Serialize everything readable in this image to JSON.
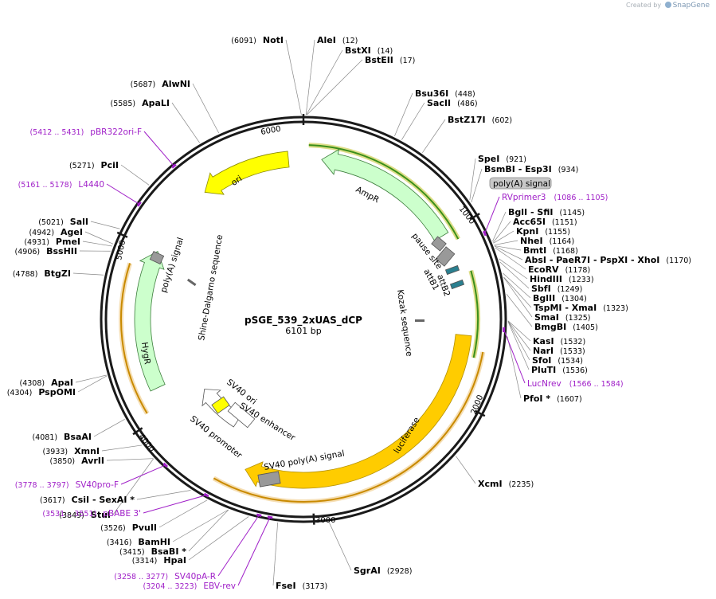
{
  "credit": {
    "prefix": "Created by",
    "brand": "SnapGene"
  },
  "plasmid": {
    "name": "pSGE_539_2xUAS_dCP",
    "size_label": "6101 bp"
  },
  "ticks": [
    "1000",
    "2000",
    "3000",
    "4000",
    "5000",
    "6000"
  ],
  "features": {
    "ori": "ori",
    "ampr": "AmpR",
    "pause_site": "pause site",
    "attb1": "attB1",
    "attb2": "attB2",
    "kozak": "Kozak sequence",
    "shine": "Shine-Dalgarno sequence",
    "polya_left": "poly(A) signal",
    "hygr": "HygR",
    "sv40_ori": "SV40 ori",
    "sv40_enh": "SV40 enhancer",
    "sv40_prom": "SV40 promoter",
    "sv40_polya": "SV40 poly(A) signal",
    "luciferase": "luciferase",
    "polya_box": "poly(A) signal"
  },
  "enzymes": [
    {
      "n": "NotI",
      "p": "(6091)"
    },
    {
      "n": "AleI",
      "p": "(12)"
    },
    {
      "n": "BstXI",
      "p": "(14)"
    },
    {
      "n": "BstEII",
      "p": "(17)"
    },
    {
      "n": "Bsu36I",
      "p": "(448)"
    },
    {
      "n": "SacII",
      "p": "(486)"
    },
    {
      "n": "BstZ17I",
      "p": "(602)"
    },
    {
      "n": "SpeI",
      "p": "(921)"
    },
    {
      "n": "BsmBI - Esp3I",
      "p": "(934)"
    },
    {
      "n": "BglI - SfiI",
      "p": "(1145)"
    },
    {
      "n": "Acc65I",
      "p": "(1151)"
    },
    {
      "n": "KpnI",
      "p": "(1155)"
    },
    {
      "n": "NheI",
      "p": "(1164)"
    },
    {
      "n": "BmtI",
      "p": "(1168)"
    },
    {
      "n": "AbsI - PaeR7I - PspXI - XhoI",
      "p": "(1170)"
    },
    {
      "n": "EcoRV",
      "p": "(1178)"
    },
    {
      "n": "HindIII",
      "p": "(1233)"
    },
    {
      "n": "SbfI",
      "p": "(1249)"
    },
    {
      "n": "BglII",
      "p": "(1304)"
    },
    {
      "n": "TspMI - XmaI",
      "p": "(1323)"
    },
    {
      "n": "SmaI",
      "p": "(1325)"
    },
    {
      "n": "BmgBI",
      "p": "(1405)"
    },
    {
      "n": "KasI",
      "p": "(1532)"
    },
    {
      "n": "NarI",
      "p": "(1533)"
    },
    {
      "n": "SfoI",
      "p": "(1534)"
    },
    {
      "n": "PluTI",
      "p": "(1536)"
    },
    {
      "n": "PfoI *",
      "p": "(1607)"
    },
    {
      "n": "XcmI",
      "p": "(2235)"
    },
    {
      "n": "SgrAI",
      "p": "(2928)"
    },
    {
      "n": "FseI",
      "p": "(3173)"
    },
    {
      "n": "HpaI",
      "p": "(3314)"
    },
    {
      "n": "BsaBI *",
      "p": "(3415)"
    },
    {
      "n": "BamHI",
      "p": "(3416)"
    },
    {
      "n": "PvuII",
      "p": "(3526)"
    },
    {
      "n": "CsiI - SexAI *",
      "p": "(3617)"
    },
    {
      "n": "StuI",
      "p": "(3849)"
    },
    {
      "n": "AvrII",
      "p": "(3850)"
    },
    {
      "n": "XmnI",
      "p": "(3933)"
    },
    {
      "n": "BsaAI",
      "p": "(4081)"
    },
    {
      "n": "PspOMI",
      "p": "(4304)"
    },
    {
      "n": "ApaI",
      "p": "(4308)"
    },
    {
      "n": "BtgZI",
      "p": "(4788)"
    },
    {
      "n": "BssHII",
      "p": "(4906)"
    },
    {
      "n": "PmeI",
      "p": "(4931)"
    },
    {
      "n": "AgeI",
      "p": "(4942)"
    },
    {
      "n": "SalI",
      "p": "(5021)"
    },
    {
      "n": "PciI",
      "p": "(5271)"
    },
    {
      "n": "ApaLI",
      "p": "(5585)"
    },
    {
      "n": "AlwNI",
      "p": "(5687)"
    }
  ],
  "primers": [
    {
      "n": "pBR322ori-F",
      "p": "(5412 .. 5431)"
    },
    {
      "n": "L4440",
      "p": "(5161 .. 5178)"
    },
    {
      "n": "RVprimer3",
      "p": "(1086 .. 1105)"
    },
    {
      "n": "LucNrev",
      "p": "(1566 .. 1584)"
    },
    {
      "n": "SV40pro-F",
      "p": "(3778 .. 3797)"
    },
    {
      "n": "pBABE 3'",
      "p": "(3531 .. 3551)"
    },
    {
      "n": "SV40pA-R",
      "p": "(3258 .. 3277)"
    },
    {
      "n": "EBV-rev",
      "p": "(3204 .. 3223)"
    }
  ],
  "colors": {
    "backbone": "#1a1a1a",
    "ori": "#ffff00",
    "ampr": "#ccffcc",
    "luciferase": "#ffcc00",
    "primer": "#a020c8",
    "gray_feature": "#999999",
    "attb": "#2a7f8f"
  }
}
